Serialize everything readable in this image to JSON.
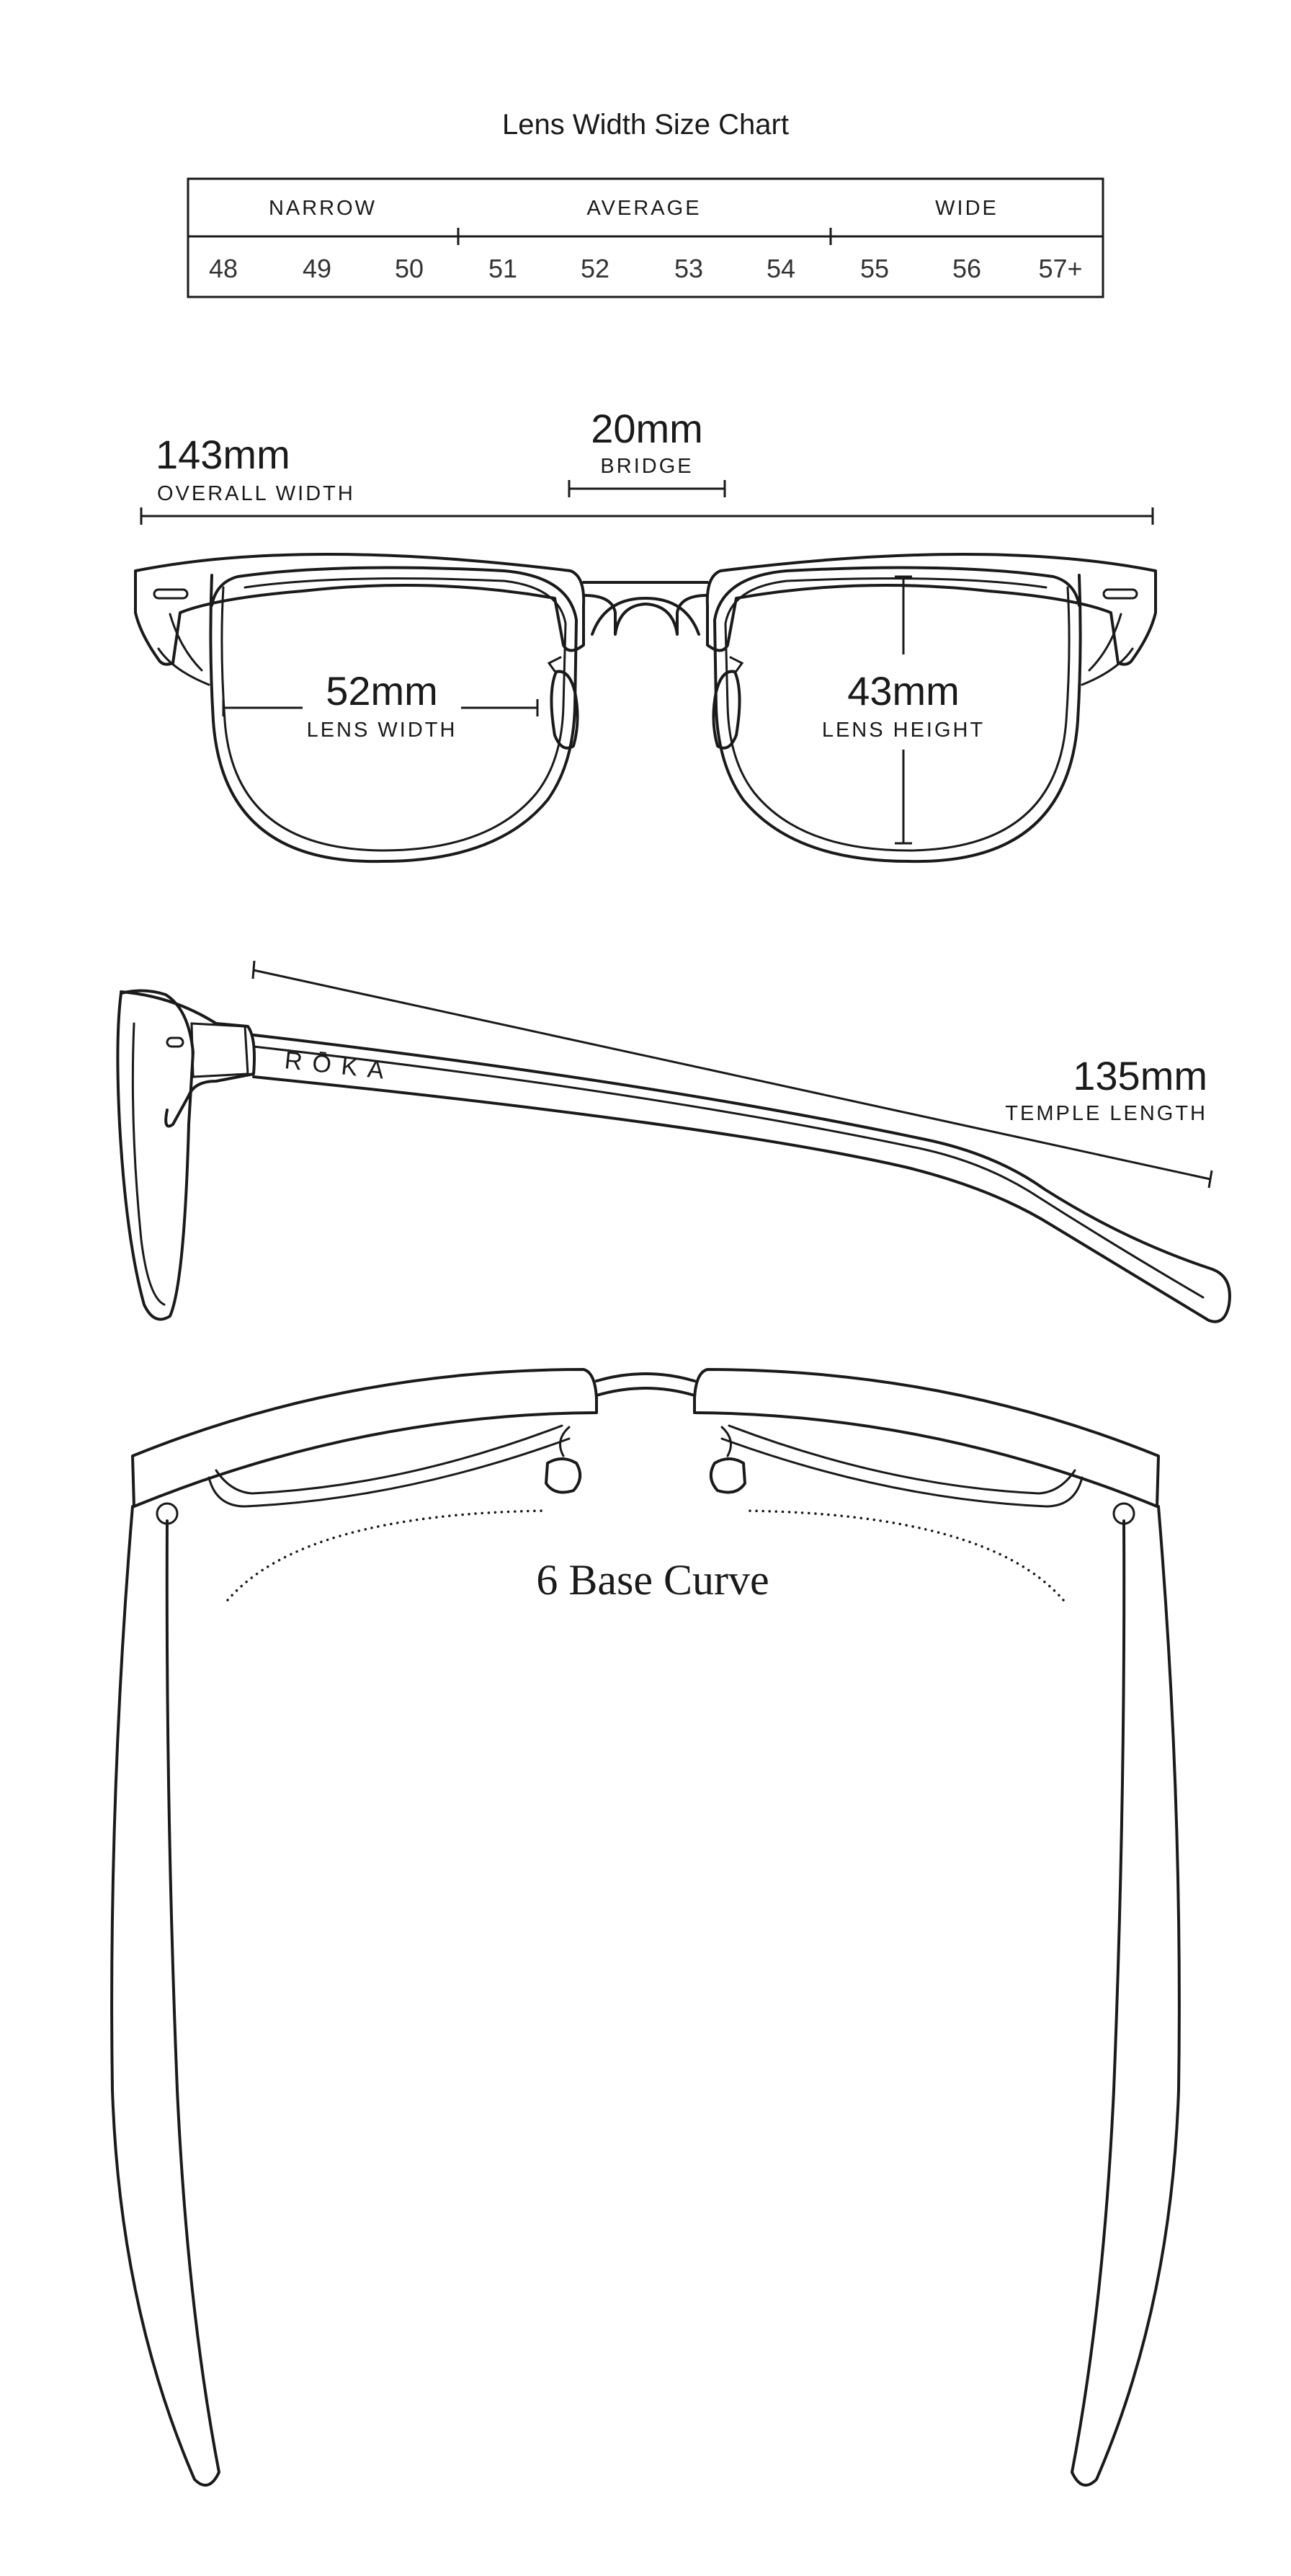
{
  "size_chart": {
    "title": "Lens Width Size Chart",
    "groups": [
      {
        "label": "NARROW",
        "sizes": [
          "48",
          "49",
          "50"
        ]
      },
      {
        "label": "AVERAGE",
        "sizes": [
          "51",
          "52",
          "53",
          "54"
        ]
      },
      {
        "label": "WIDE",
        "sizes": [
          "55",
          "56",
          "57+"
        ]
      }
    ]
  },
  "front_view": {
    "overall_width": {
      "value": "143mm",
      "label": "OVERALL WIDTH"
    },
    "bridge": {
      "value": "20mm",
      "label": "BRIDGE"
    },
    "lens_width": {
      "value": "52mm",
      "label": "LENS WIDTH"
    },
    "lens_height": {
      "value": "43mm",
      "label": "LENS HEIGHT"
    }
  },
  "side_view": {
    "brand": "RŌKA",
    "temple_length": {
      "value": "135mm",
      "label": "TEMPLE LENGTH"
    }
  },
  "top_view": {
    "base_curve": "6 Base Curve"
  },
  "colors": {
    "line": "#1a1a1a",
    "background": "#ffffff"
  }
}
